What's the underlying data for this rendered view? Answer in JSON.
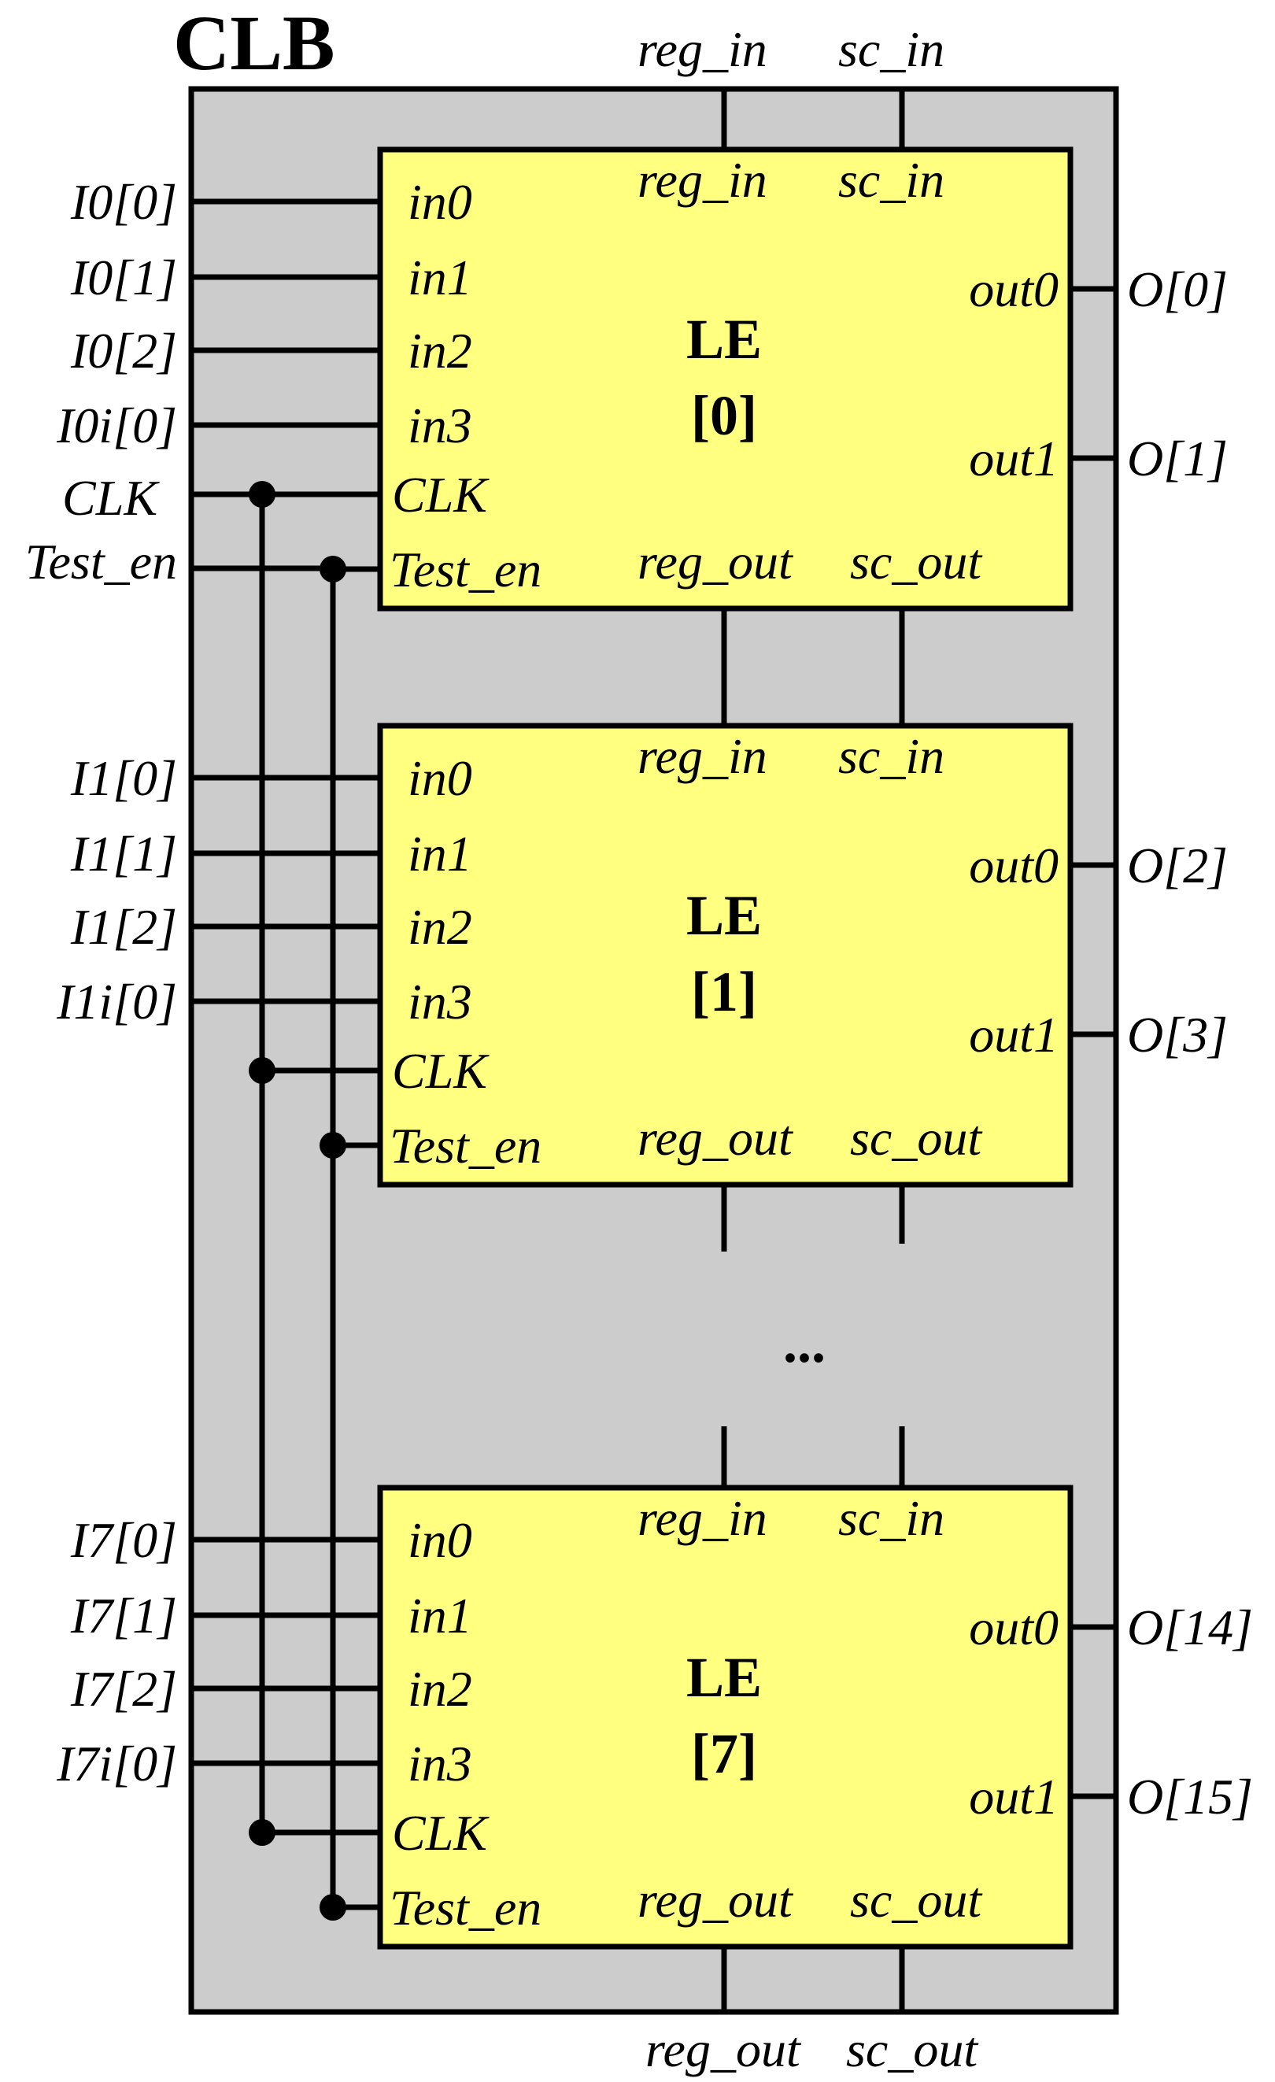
{
  "title": "CLB",
  "top_inputs": {
    "reg_in": "reg_in",
    "sc_in": "sc_in"
  },
  "bottom_outputs": {
    "reg_out": "reg_out",
    "sc_out": "sc_out"
  },
  "ellipsis": "...",
  "port_labels": {
    "in0": "in0",
    "in1": "in1",
    "in2": "in2",
    "in3": "in3",
    "clk": "CLK",
    "test_en": "Test_en",
    "reg_in": "reg_in",
    "sc_in": "sc_in",
    "reg_out": "reg_out",
    "sc_out": "sc_out",
    "out0": "out0",
    "out1": "out1"
  },
  "global_inputs": {
    "clk": "CLK",
    "test_en": "Test_en"
  },
  "blocks": [
    {
      "name": "LE",
      "index": "[0]",
      "inputs": [
        "I0[0]",
        "I0[1]",
        "I0[2]",
        "I0i[0]"
      ],
      "outputs": [
        "O[0]",
        "O[1]"
      ]
    },
    {
      "name": "LE",
      "index": "[1]",
      "inputs": [
        "I1[0]",
        "I1[1]",
        "I1[2]",
        "I1i[0]"
      ],
      "outputs": [
        "O[2]",
        "O[3]"
      ]
    },
    {
      "name": "LE",
      "index": "[7]",
      "inputs": [
        "I7[0]",
        "I7[1]",
        "I7[2]",
        "I7i[0]"
      ],
      "outputs": [
        "O[14]",
        "O[15]"
      ]
    }
  ],
  "colors": {
    "clb_fill": "#cccccc",
    "le_fill": "#ffff80",
    "stroke": "#000000",
    "text": "#000000"
  }
}
